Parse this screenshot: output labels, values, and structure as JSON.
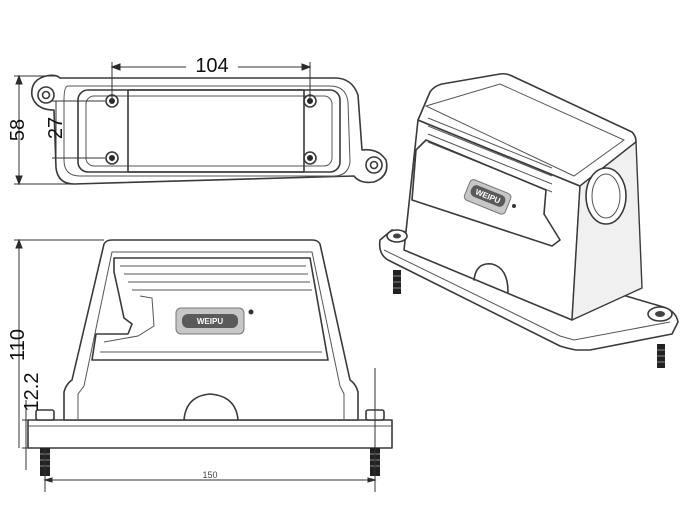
{
  "dimensions": {
    "top_width": "104",
    "top_height": "58",
    "top_inner": "27",
    "side_height": "110",
    "side_base": "12.2",
    "side_width": "150"
  },
  "logo": {
    "front": "WEIPU",
    "iso": "WEIPU"
  }
}
